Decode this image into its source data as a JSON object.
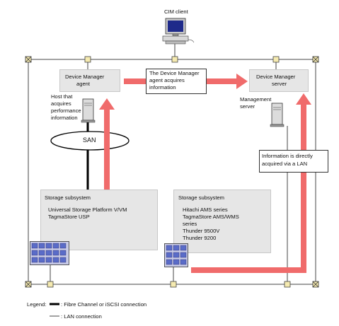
{
  "colors": {
    "arrow": "#f06b6b",
    "box_fill": "#e6e6e6",
    "line": "#222222",
    "node_fill": "#f5eab0"
  },
  "icons": [
    "desktop-computer-icon",
    "server-tower-icon",
    "storage-array-icon",
    "network-node-icon"
  ],
  "cim_client": {
    "label": "CIM client"
  },
  "device_manager_agent": {
    "line1": "Device Manager",
    "line2": "agent"
  },
  "device_manager_server": {
    "line1": "Device Manager",
    "line2": "server"
  },
  "callout_agent": {
    "line1": "The Device Manager",
    "line2": "agent acquires",
    "line3": "information"
  },
  "host_label": {
    "line1": "Host that",
    "line2": "acquires",
    "line3": "performance",
    "line4": "information"
  },
  "management_server_label": {
    "line1": "Management",
    "line2": "server"
  },
  "san_label": "SAN",
  "callout_lan": {
    "line1": "Information is directly",
    "line2": "acquired via a LAN"
  },
  "storage_left": {
    "title": "Storage subsystem",
    "line1": "Universal Storage Platform V/VM",
    "line2": "TagmaStore USP"
  },
  "storage_right": {
    "title": "Storage subsystem",
    "line1": "Hitachi AMS series",
    "line2": "TagmaStore AMS/WMS",
    "line3": "series",
    "line4": "Thunder 9500V",
    "line5": "Thunder 9200"
  },
  "legend": {
    "title": "Legend:",
    "fibre": ": Fibre Channel or iSCSI connection",
    "lan": ": LAN connection"
  }
}
